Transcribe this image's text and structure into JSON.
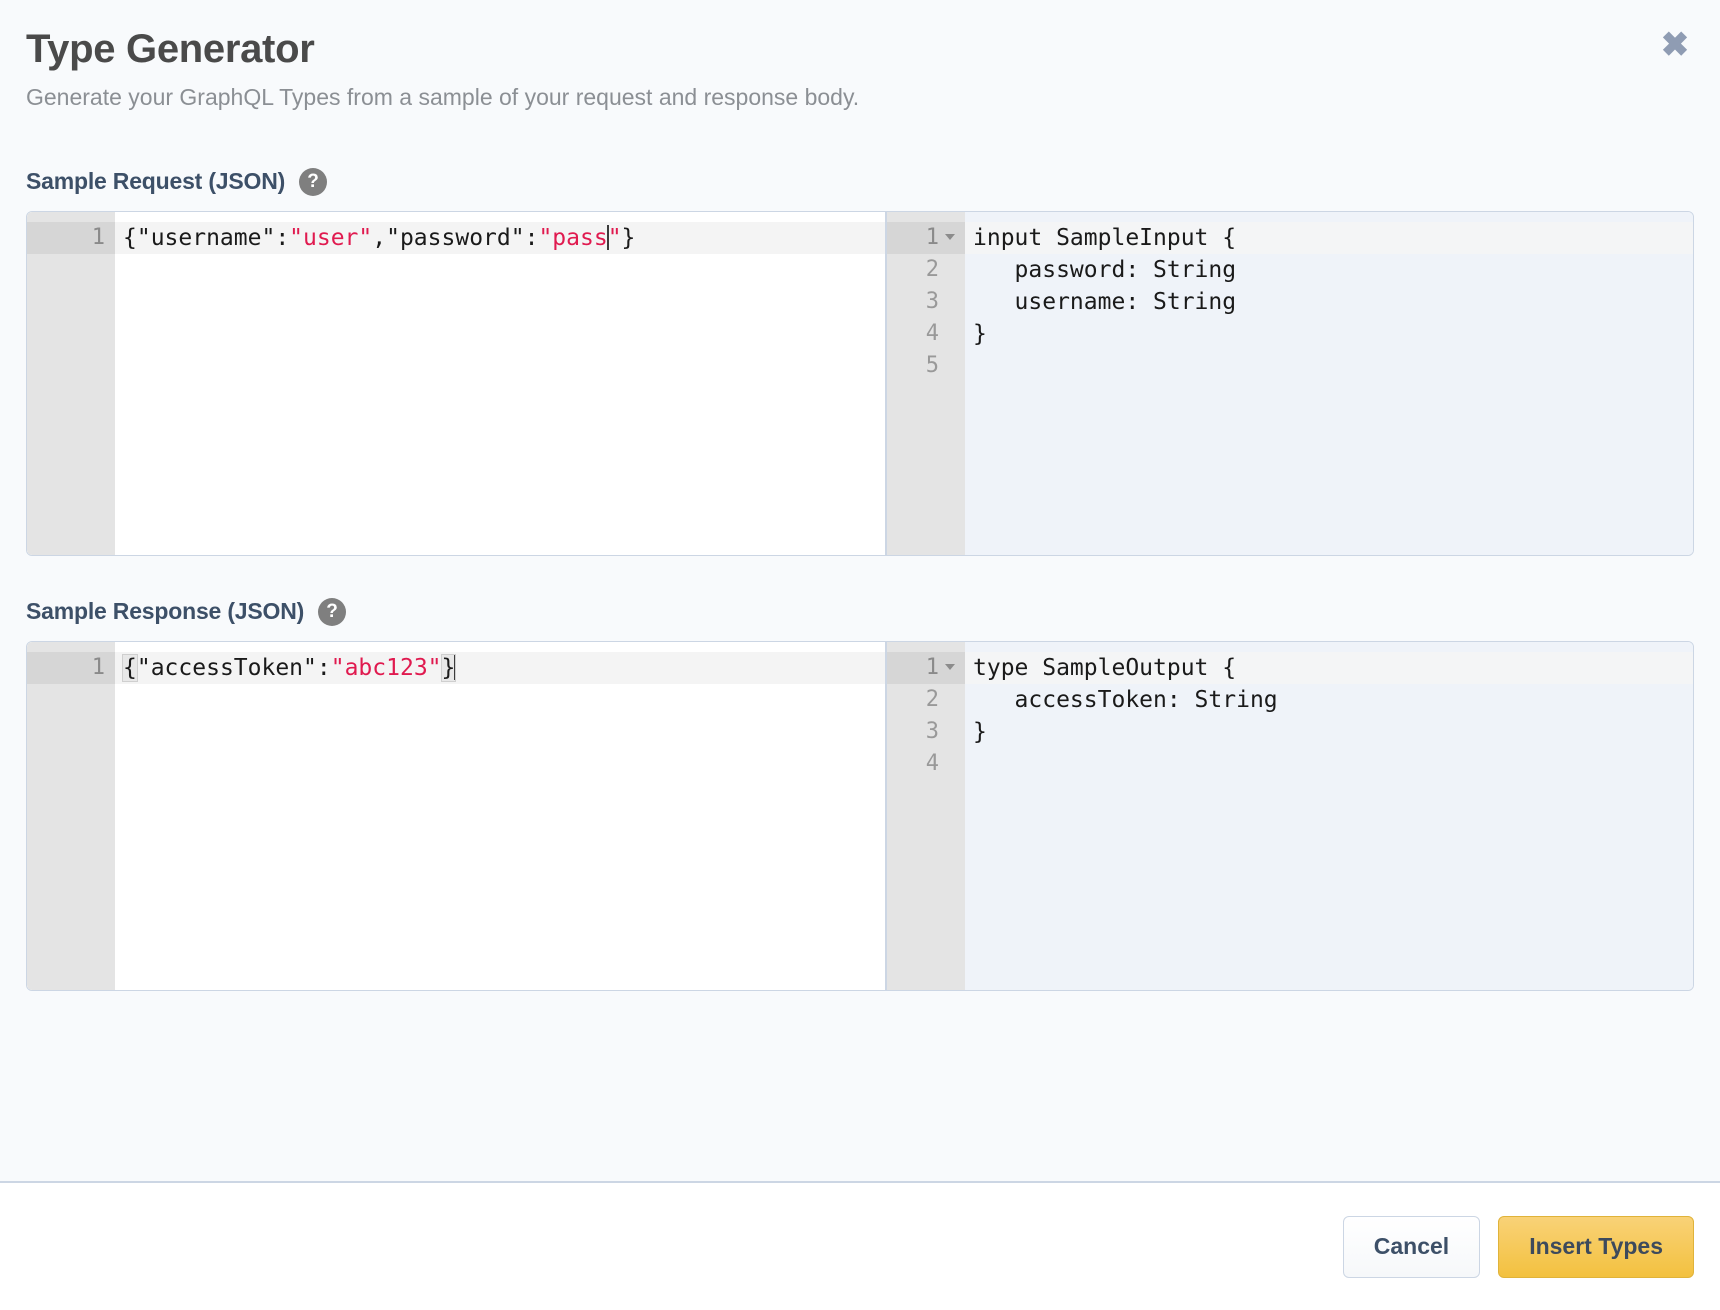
{
  "dialog": {
    "title": "Type Generator",
    "subtitle": "Generate your GraphQL Types from a sample of your request and response body.",
    "close_icon": "close-icon",
    "close_glyph": "✖"
  },
  "colors": {
    "page_bg": "#f8fafc",
    "title": "#4a4a4a",
    "subtitle": "#8b8f94",
    "section_label": "#3d5068",
    "border": "#ccd6e4",
    "gutter": "#e4e4e4",
    "output_bg": "#eff3f9",
    "string_red": "#e01a4f",
    "primary_button": "#f3c13f",
    "help_icon": "#7f7f7f"
  },
  "sections": [
    {
      "label": "Sample Request (JSON)",
      "help_icon": "help-circle-icon",
      "help_glyph": "?",
      "input": {
        "line_numbers": [
          "1"
        ],
        "active_line": 1,
        "line_text": "{\"username\":\"user\",\"password\":\"pass\"}",
        "tokens": [
          {
            "t": "{\"username\":",
            "k": "plain"
          },
          {
            "t": "\"user\"",
            "k": "string"
          },
          {
            "t": ",\"password\":",
            "k": "plain"
          },
          {
            "t": "\"pass",
            "k": "string"
          },
          {
            "t": "caret",
            "k": "caret"
          },
          {
            "t": "\"",
            "k": "string"
          },
          {
            "t": "}",
            "k": "plain"
          }
        ]
      },
      "output": {
        "line_numbers": [
          "1",
          "2",
          "3",
          "4",
          "5"
        ],
        "active_line": 1,
        "fold_line": 1,
        "lines": [
          "input SampleInput {",
          "   password: String",
          "   username: String",
          "}",
          ""
        ]
      }
    },
    {
      "label": "Sample Response (JSON)",
      "help_icon": "help-circle-icon",
      "help_glyph": "?",
      "input": {
        "line_numbers": [
          "1"
        ],
        "active_line": 1,
        "line_text": "{\"accessToken\":\"abc123\"}",
        "tokens": [
          {
            "t": "{",
            "k": "bracket"
          },
          {
            "t": "\"accessToken\":",
            "k": "plain"
          },
          {
            "t": "\"abc123\"",
            "k": "string"
          },
          {
            "t": "}",
            "k": "bracket"
          },
          {
            "t": "caret",
            "k": "caret"
          }
        ]
      },
      "output": {
        "line_numbers": [
          "1",
          "2",
          "3",
          "4"
        ],
        "active_line": 1,
        "fold_line": 1,
        "lines": [
          "type SampleOutput {",
          "   accessToken: String",
          "}",
          ""
        ]
      }
    }
  ],
  "footer": {
    "cancel_label": "Cancel",
    "insert_label": "Insert Types"
  }
}
